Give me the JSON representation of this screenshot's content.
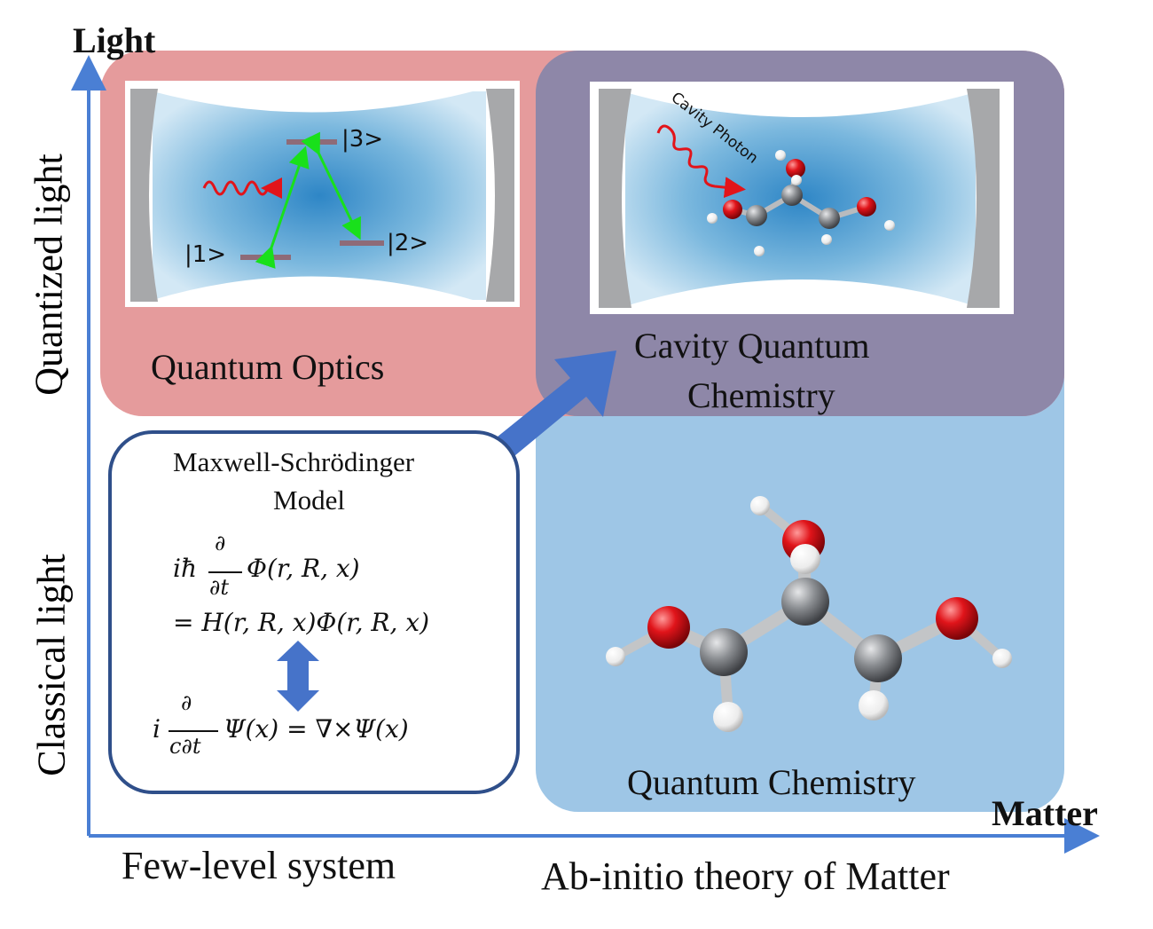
{
  "axes": {
    "y_label": "Light",
    "x_label": "Matter",
    "y_upper": "Quantized light",
    "y_lower": "Classical light",
    "x_left": "Few-level system",
    "x_right": "Ab-initio theory of Matter"
  },
  "regions": {
    "quantum_optics": {
      "title": "Quantum Optics",
      "levels": [
        "|1>",
        "|2>",
        "|3>"
      ]
    },
    "cavity_qc": {
      "title_line1": "Cavity Quantum",
      "title_line2": "Chemistry",
      "photon_label": "Cavity Photon"
    },
    "quantum_chemistry": {
      "title": "Quantum Chemistry"
    },
    "maxwell_schrodinger": {
      "title_line1": "Maxwell-Schrödinger",
      "title_line2": "Model",
      "eq1_line1": "iħ ∂/∂t Φ(r, R, x)",
      "eq1_line2": "= H(r, R, x)Φ(r, R, x)",
      "eq2": "i ∂/c∂t Ψ(x) = ∇×Ψ(x)"
    }
  },
  "colors": {
    "axis": "#4a7fd4",
    "quantum_optics_bg": "#e59b9c",
    "cavity_qc_bg": "#8e87a8",
    "quantum_chemistry_bg": "#9ec6e6",
    "box_border": "#2f4f8a",
    "big_arrow": "#4673c9",
    "oxygen": "#e0141a",
    "carbon": "#8a8d91",
    "hydrogen": "#f2f2f2"
  }
}
